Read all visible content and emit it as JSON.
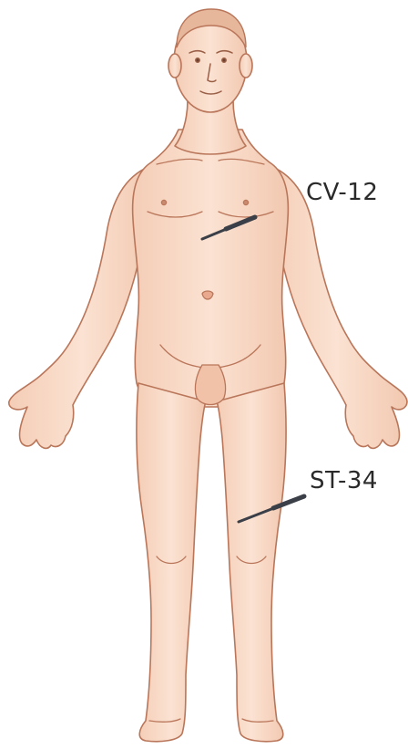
{
  "points": [
    {
      "id": "cv12",
      "label": "CV-12"
    },
    {
      "id": "st34",
      "label": "ST-34"
    }
  ],
  "colors": {
    "skin": "#f8d9c6",
    "skin_shade": "#efc3aa",
    "outline": "#b9765a",
    "needle": "#3a3f48",
    "label": "#2a2a2a"
  }
}
